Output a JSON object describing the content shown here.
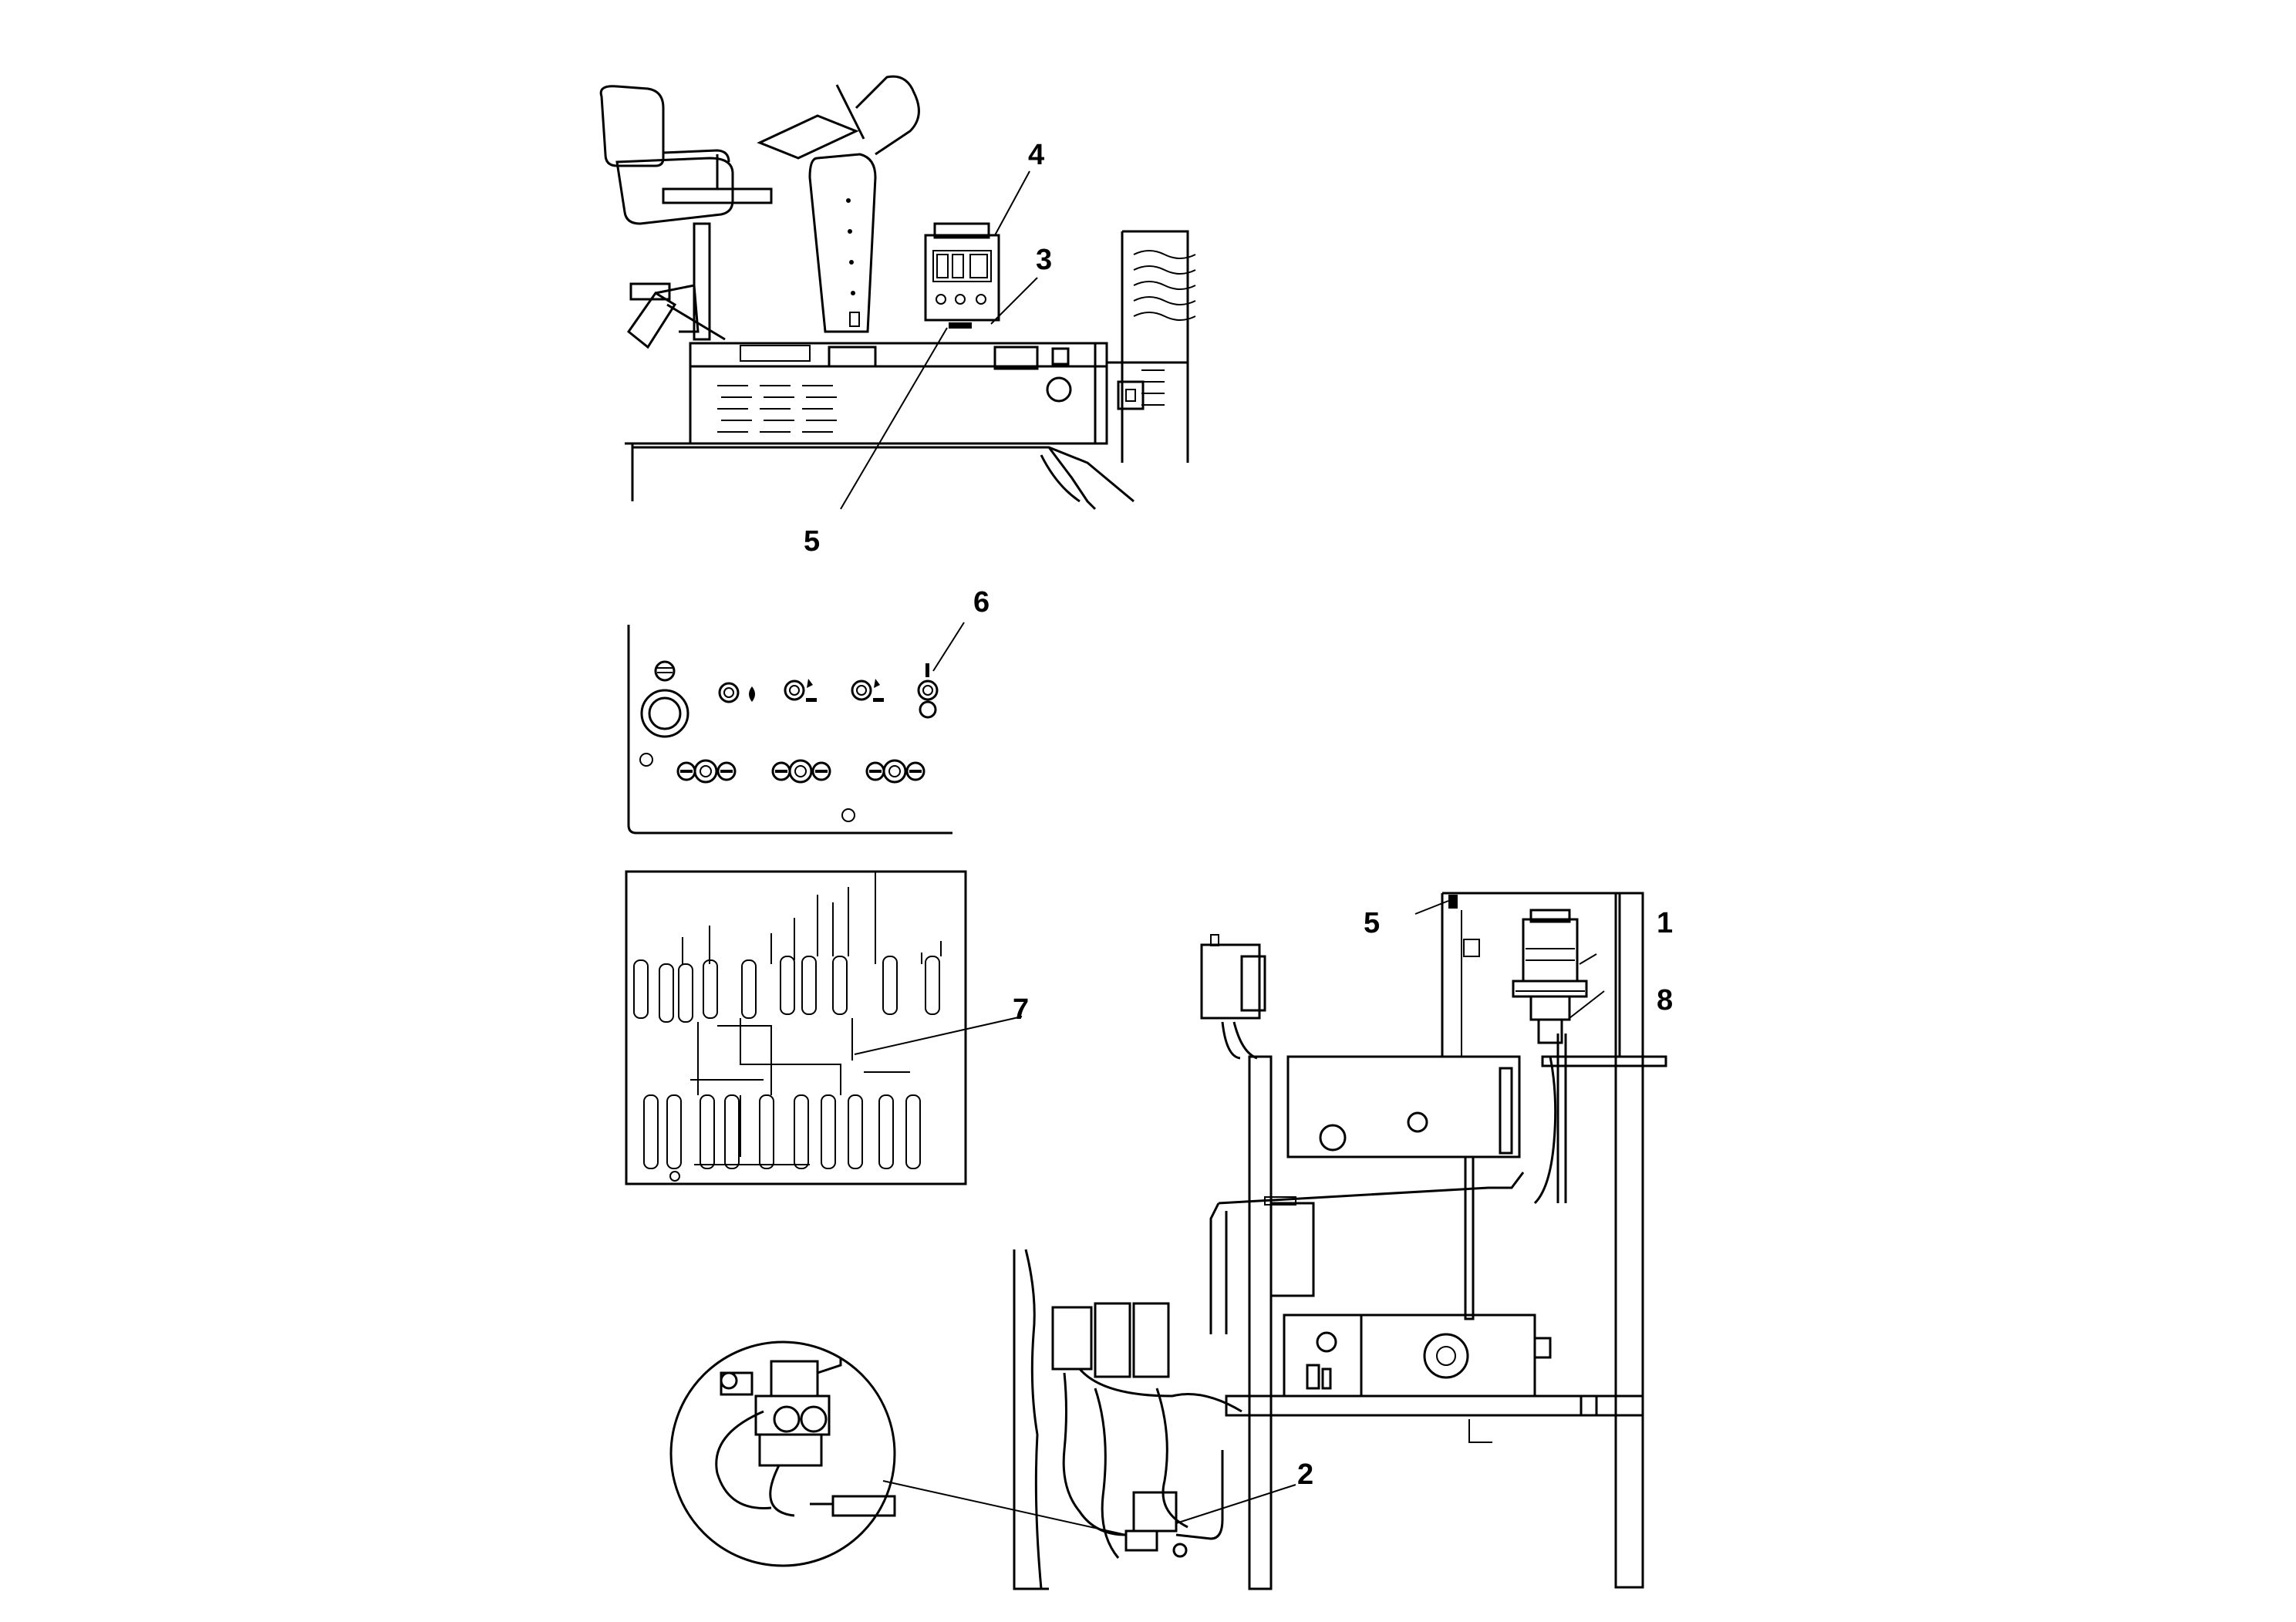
{
  "figure": {
    "callouts": {
      "c1": "1",
      "c2": "2",
      "c3": "3",
      "c4": "4",
      "c5_top": "5",
      "c5_bottom": "5",
      "c6": "6",
      "c7": "7",
      "c8": "8"
    }
  }
}
